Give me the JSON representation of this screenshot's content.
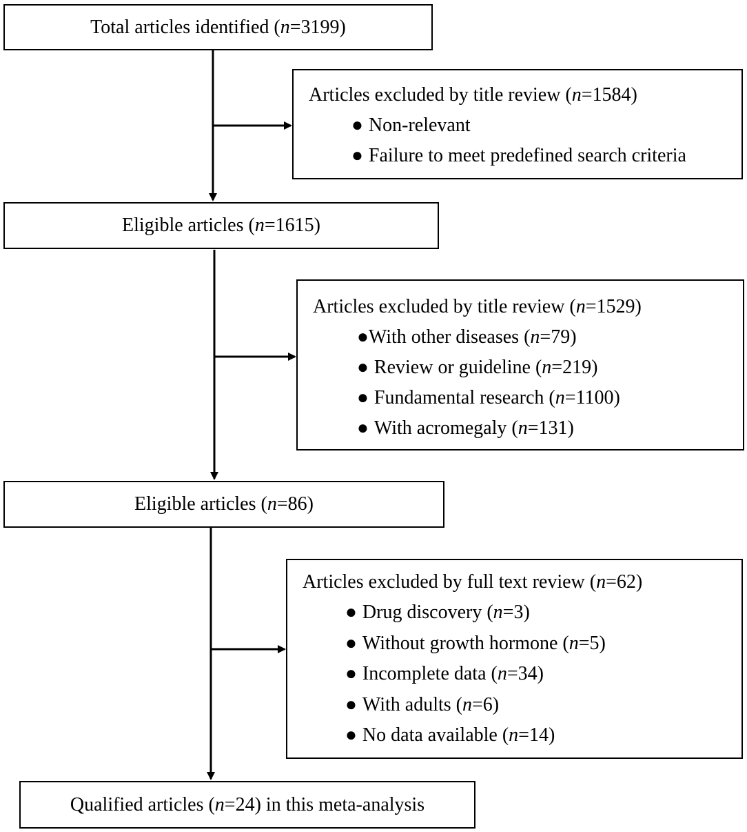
{
  "boxes": {
    "total": {
      "prefix": "Total articles identified (",
      "n": "n",
      "suffix": "=3199)"
    },
    "eligible1": {
      "prefix": "Eligible articles (",
      "n": "n",
      "suffix": "=1615)"
    },
    "eligible2": {
      "prefix": "Eligible articles (",
      "n": "n",
      "suffix": "=86)"
    },
    "qualified": {
      "prefix": "Qualified articles (",
      "n": "n",
      "suffix": "=24) in this meta-analysis"
    }
  },
  "exclusions": {
    "title1": {
      "heading": {
        "prefix": "Articles excluded by title review (",
        "n": "n",
        "suffix": "=1584)"
      },
      "items": [
        {
          "bullet": "●",
          "text": "Non-relevant",
          "n": "",
          "suffix": ""
        },
        {
          "bullet": "●",
          "text": "Failure to meet predefined search criteria",
          "n": "",
          "suffix": ""
        }
      ]
    },
    "title2": {
      "heading": {
        "prefix": "Articles excluded by title review (",
        "n": "n",
        "suffix": "=1529)"
      },
      "items": [
        {
          "bullet": "●",
          "text": "With other diseases (",
          "n": "n",
          "suffix": "=79)"
        },
        {
          "bullet": "●",
          "text": "Review or guideline (",
          "n": "n",
          "suffix": "=219)"
        },
        {
          "bullet": "●",
          "text": "Fundamental research (",
          "n": "n",
          "suffix": "=1100)"
        },
        {
          "bullet": "●",
          "text": "With acromegaly (",
          "n": "n",
          "suffix": "=131)"
        }
      ]
    },
    "fulltext": {
      "heading": {
        "prefix": "Articles excluded by full text review (",
        "n": "n",
        "suffix": "=62)"
      },
      "items": [
        {
          "bullet": "●",
          "text": "Drug discovery (",
          "n": "n",
          "suffix": "=3)"
        },
        {
          "bullet": "●",
          "text": "Without growth hormone (",
          "n": "n",
          "suffix": "=5)"
        },
        {
          "bullet": "●",
          "text": "Incomplete data (",
          "n": "n",
          "suffix": "=34)"
        },
        {
          "bullet": "●",
          "text": "With adults (",
          "n": "n",
          "suffix": "=6)"
        },
        {
          "bullet": "●",
          "text": "No data available (",
          "n": "n",
          "suffix": "=14)"
        }
      ]
    }
  }
}
